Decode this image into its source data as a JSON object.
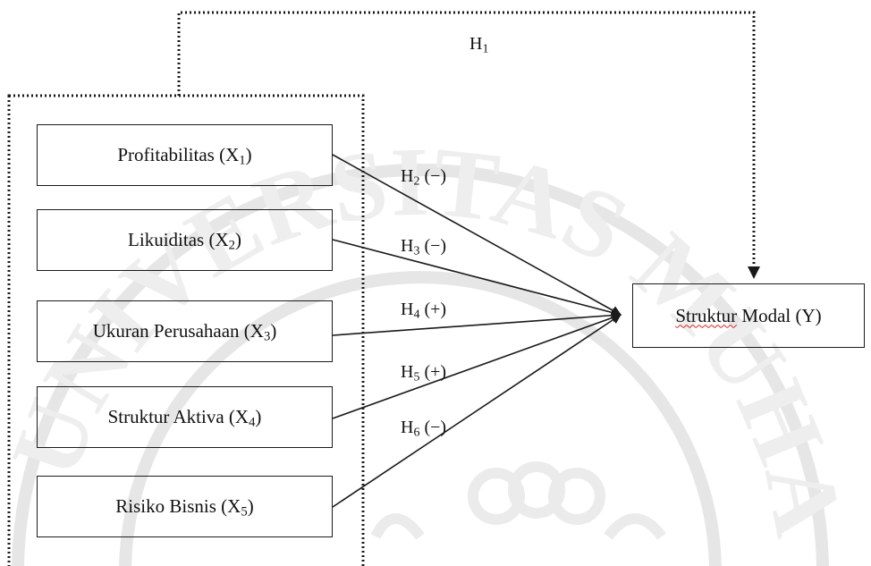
{
  "independent_vars": [
    {
      "name": "Profitabilitas",
      "sub": "1"
    },
    {
      "name": "Likuiditas",
      "sub": "2"
    },
    {
      "name": "Ukuran Perusahaan",
      "sub": "3"
    },
    {
      "name": "Struktur Aktiva",
      "sub": "4"
    },
    {
      "name": "Risiko Bisnis",
      "sub": "5"
    }
  ],
  "dependent_var": {
    "word1": "Struktur",
    "word2": "Modal (Y)"
  },
  "hypotheses": [
    {
      "h": "H",
      "sub": "1",
      "sign": ""
    },
    {
      "h": "H",
      "sub": "2",
      "sign": "(−)"
    },
    {
      "h": "H",
      "sub": "3",
      "sign": "(−)"
    },
    {
      "h": "H",
      "sub": "4",
      "sign": "(+)"
    },
    {
      "h": "H",
      "sub": "5",
      "sign": "(+)"
    },
    {
      "h": "H",
      "sub": "6",
      "sign": "(−)"
    }
  ],
  "watermark_text": "UNIVERSITAS MUHAMMADIYAH"
}
